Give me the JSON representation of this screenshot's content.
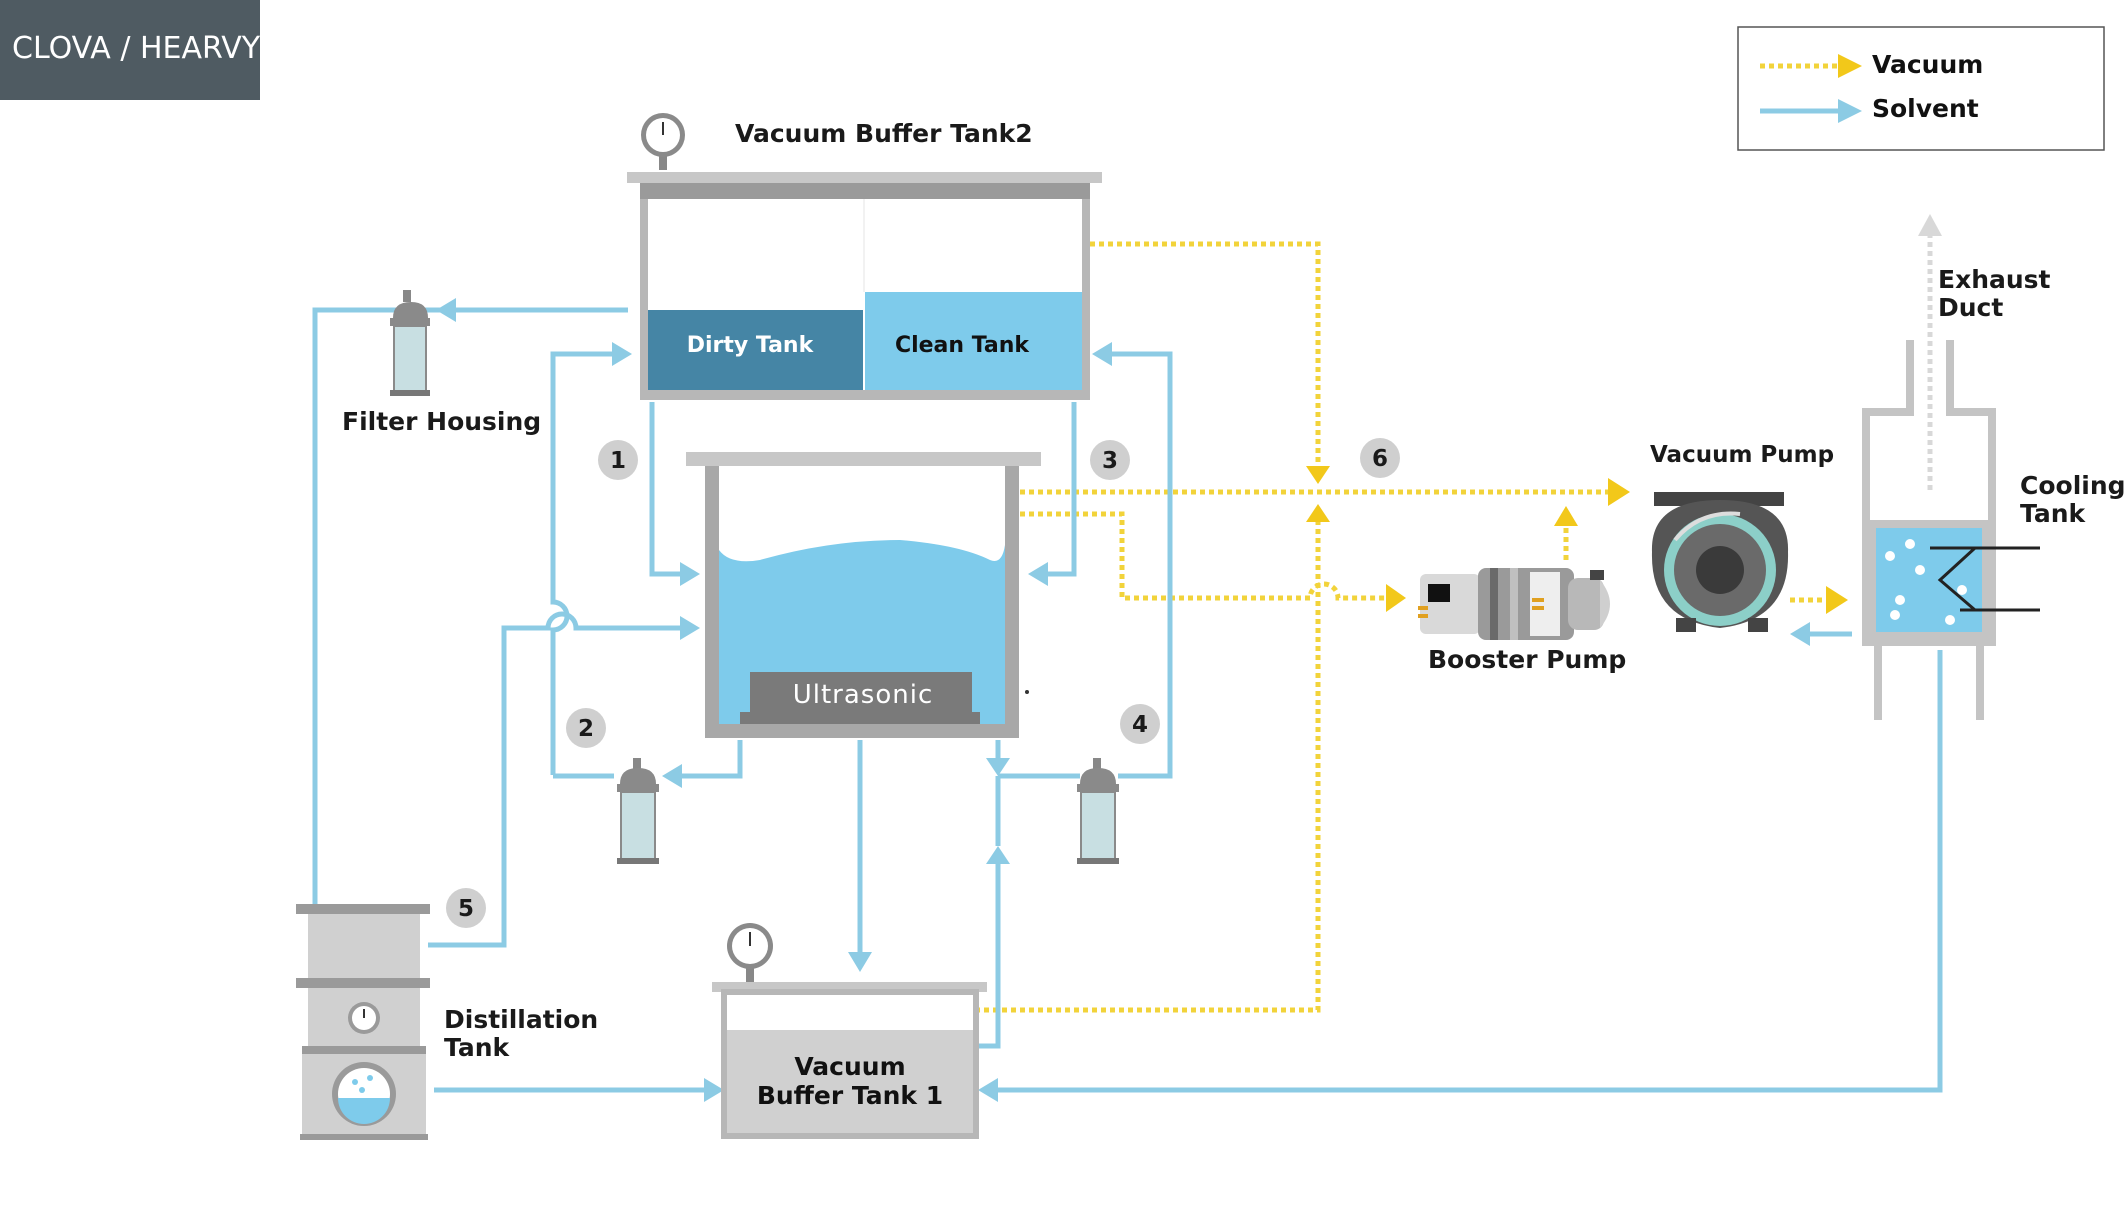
{
  "brand": "CLOVA / HEARVY",
  "legend": {
    "vacuum": "Vacuum",
    "solvent": "Solvent"
  },
  "labels": {
    "vacuum_buffer_tank2": "Vacuum Buffer Tank2",
    "dirty_tank": "Dirty Tank",
    "clean_tank": "Clean Tank",
    "filter_housing": "Filter Housing",
    "ultrasonic": "Ultrasonic",
    "exhaust_duct_line1": "Exhaust",
    "exhaust_duct_line2": "Duct",
    "vacuum_pump": "Vacuum Pump",
    "booster_pump": "Booster Pump",
    "cooling_tank_line1": "Cooling",
    "cooling_tank_line2": "Tank",
    "distillation_tank_line1": "Distillation",
    "distillation_tank_line2": "Tank",
    "vacuum_buffer_tank1_line1": "Vacuum",
    "vacuum_buffer_tank1_line2": "Buffer Tank 1"
  },
  "step_numbers": [
    "1",
    "2",
    "3",
    "4",
    "5",
    "6"
  ],
  "colors": {
    "solvent": "#8ccbe4",
    "vacuum": "#f2c81a",
    "dirty_tank": "#4585a5",
    "clean_tank": "#7ecbeb",
    "brand_bg": "#4f5b62",
    "equipment_gray": "#a8a8a8"
  }
}
